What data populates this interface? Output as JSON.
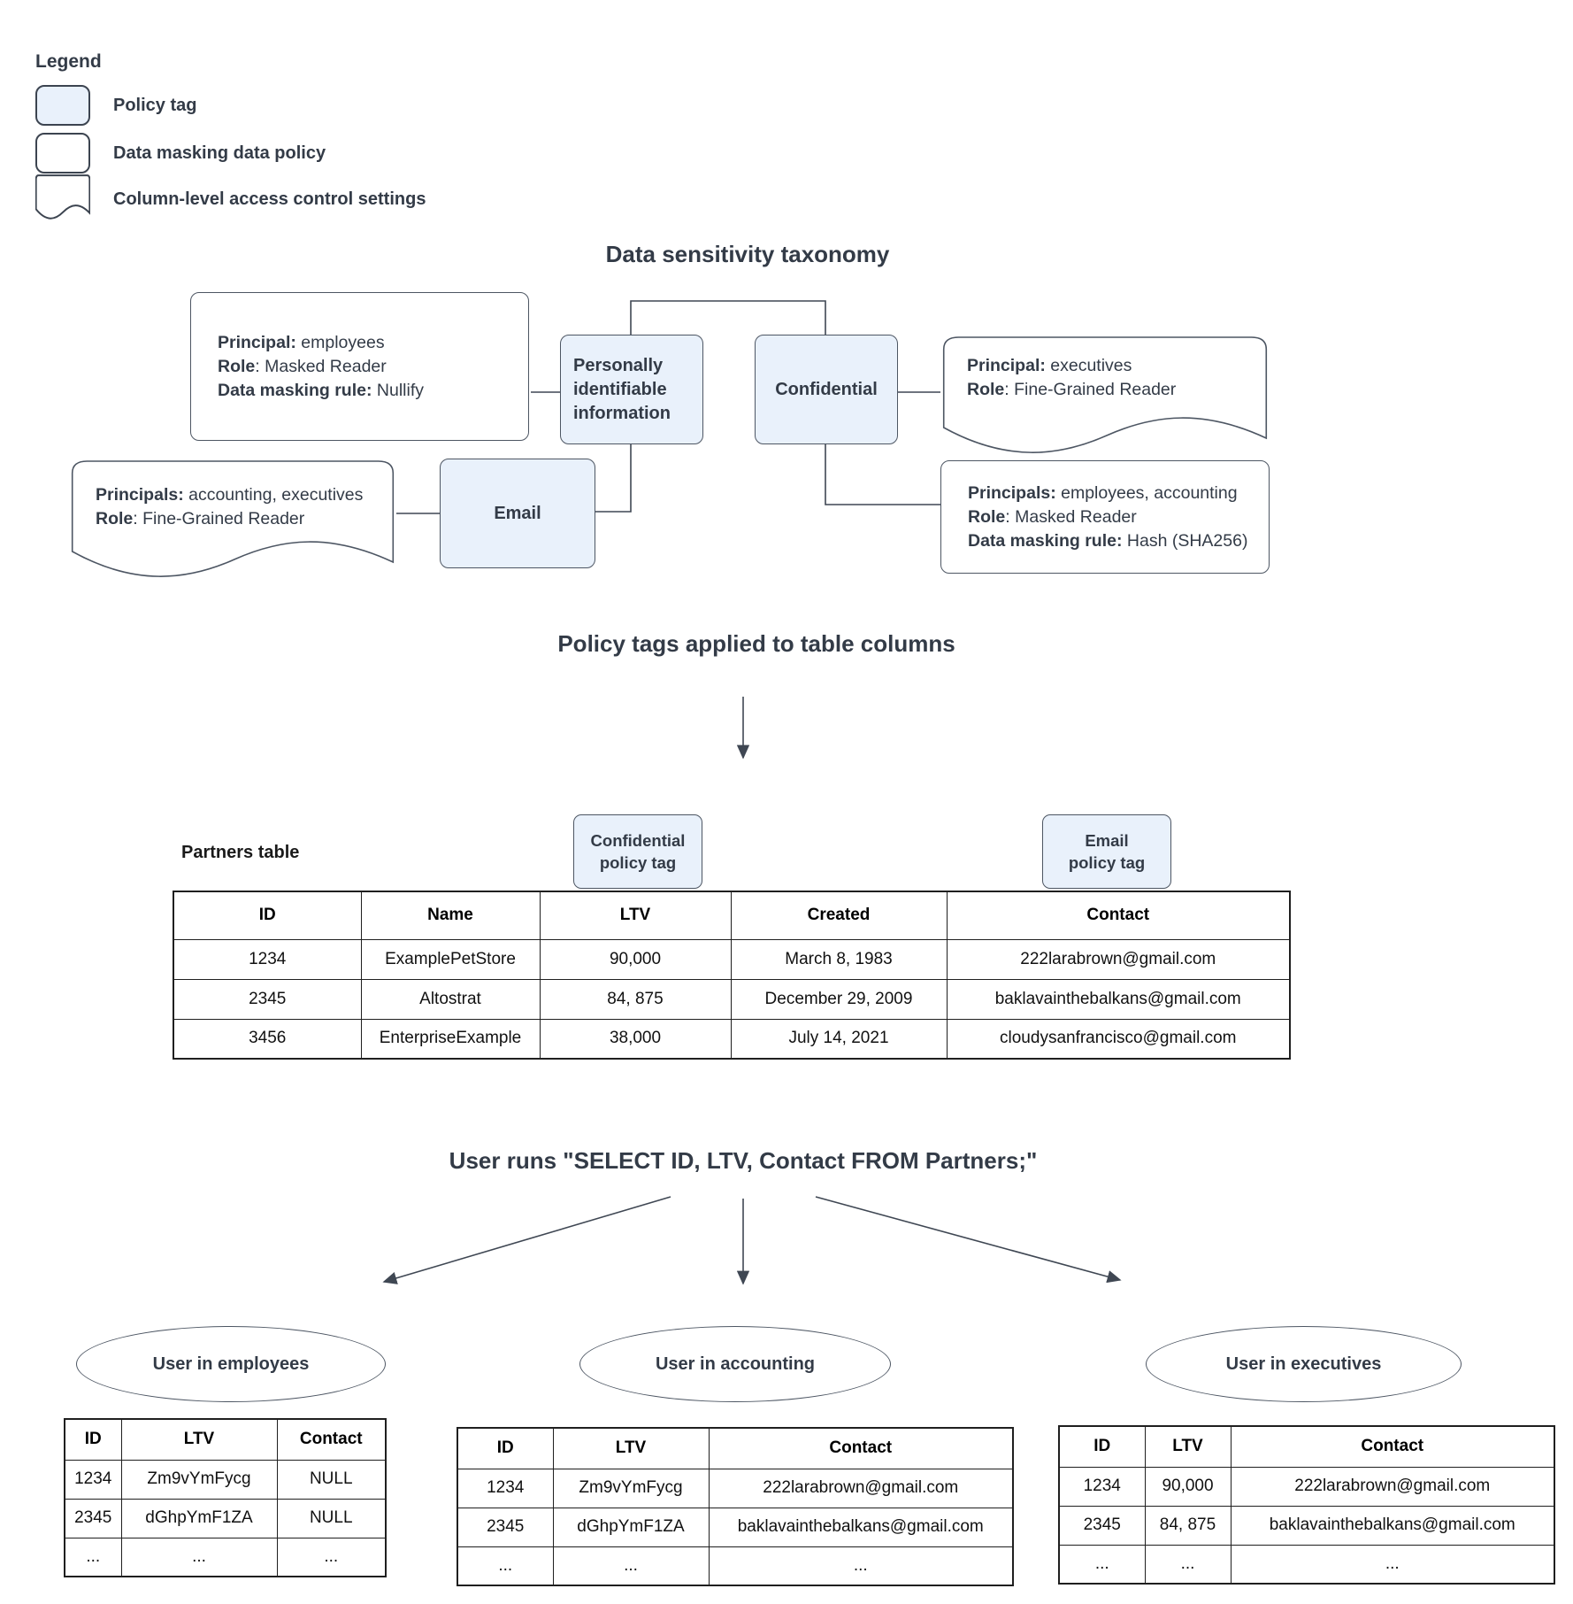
{
  "legend": {
    "title": "Legend",
    "items": [
      {
        "label": "Policy tag"
      },
      {
        "label": "Data masking data policy"
      },
      {
        "label": "Column-level access control settings"
      }
    ]
  },
  "taxonomy": {
    "title": "Data sensitivity taxonomy",
    "nodes": {
      "pii": "Personally identifiable information",
      "confidential": "Confidential",
      "email": "Email"
    },
    "policies": {
      "employees_nullify": {
        "lines": [
          {
            "b": "Principal:",
            "t": " employees"
          },
          {
            "b": "Role",
            "t": ": Masked Reader"
          },
          {
            "b": "Data masking rule:",
            "t": " Nullify"
          }
        ]
      },
      "executives_finegrained": {
        "lines": [
          {
            "b": "Principal:",
            "t": " executives"
          },
          {
            "b": "Role",
            "t": ": Fine-Grained Reader"
          }
        ]
      },
      "accounting_finegrained": {
        "lines": [
          {
            "b": "Principals:",
            "t": " accounting, executives"
          },
          {
            "b": "Role",
            "t": ": Fine-Grained Reader"
          }
        ]
      },
      "employees_accounting_hash": {
        "lines": [
          {
            "b": "Principals:",
            "t": " employees, accounting"
          },
          {
            "b": "Role",
            "t": ": Masked Reader"
          },
          {
            "b": "Data masking rule:",
            "t": " Hash (SHA256)"
          }
        ]
      }
    }
  },
  "policy_tags_section": {
    "title": "Policy tags applied to table columns"
  },
  "partners": {
    "label": "Partners table",
    "tags": {
      "confidential": {
        "line1": "Confidential",
        "line2": "policy tag"
      },
      "email": {
        "line1": "Email",
        "line2": "policy tag"
      }
    },
    "headers": [
      "ID",
      "Name",
      "LTV",
      "Created",
      "Contact"
    ],
    "rows": [
      [
        "1234",
        "ExamplePetStore",
        "90,000",
        "March 8, 1983",
        "222larabrown@gmail.com"
      ],
      [
        "2345",
        "Altostrat",
        "84, 875",
        "December 29, 2009",
        "baklavainthebalkans@gmail.com"
      ],
      [
        "3456",
        "EnterpriseExample",
        "38,000",
        "July 14, 2021",
        "cloudysanfrancisco@gmail.com"
      ]
    ]
  },
  "query_section": {
    "title": "User runs \"SELECT ID, LTV, Contact FROM Partners;\""
  },
  "results": [
    {
      "group": "User in employees",
      "headers": [
        "ID",
        "LTV",
        "Contact"
      ],
      "rows": [
        [
          "1234",
          "Zm9vYmFycg",
          "NULL"
        ],
        [
          "2345",
          "dGhpYmF1ZA",
          "NULL"
        ],
        [
          "...",
          "...",
          "..."
        ]
      ]
    },
    {
      "group": "User in accounting",
      "headers": [
        "ID",
        "LTV",
        "Contact"
      ],
      "rows": [
        [
          "1234",
          "Zm9vYmFycg",
          "222larabrown@gmail.com"
        ],
        [
          "2345",
          "dGhpYmF1ZA",
          "baklavainthebalkans@gmail.com"
        ],
        [
          "...",
          "...",
          "..."
        ]
      ]
    },
    {
      "group": "User in executives",
      "headers": [
        "ID",
        "LTV",
        "Contact"
      ],
      "rows": [
        [
          "1234",
          "90,000",
          "222larabrown@gmail.com"
        ],
        [
          "2345",
          "84, 875",
          "baklavainthebalkans@gmail.com"
        ],
        [
          "...",
          "...",
          "..."
        ]
      ]
    }
  ],
  "colors": {
    "policy_tag_fill": "#e9f1fb",
    "box_border": "#4d5663",
    "heading_text": "#333b47",
    "connector": "#3f4753",
    "table_border": "#1f1f1f"
  }
}
